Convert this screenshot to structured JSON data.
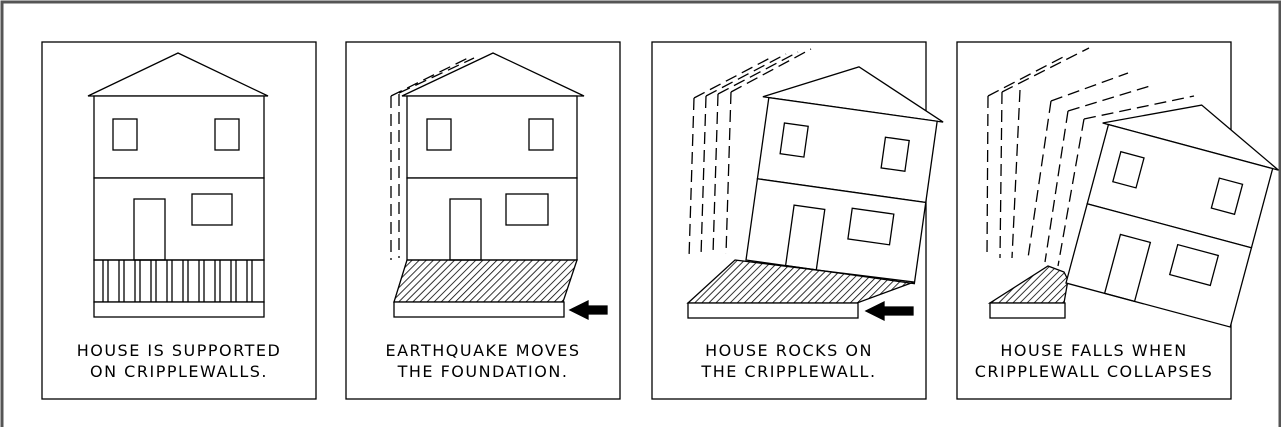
{
  "panels": [
    {
      "caption_line1": "HOUSE IS SUPPORTED",
      "caption_line2": "ON CRIPPLEWALLS."
    },
    {
      "caption_line1": "EARTHQUAKE MOVES",
      "caption_line2": "THE FOUNDATION."
    },
    {
      "caption_line1": "HOUSE ROCKS ON",
      "caption_line2": "THE CRIPPLEWALL."
    },
    {
      "caption_line1": "HOUSE FALLS WHEN",
      "caption_line2": "CRIPPLEWALL COLLAPSES"
    }
  ]
}
